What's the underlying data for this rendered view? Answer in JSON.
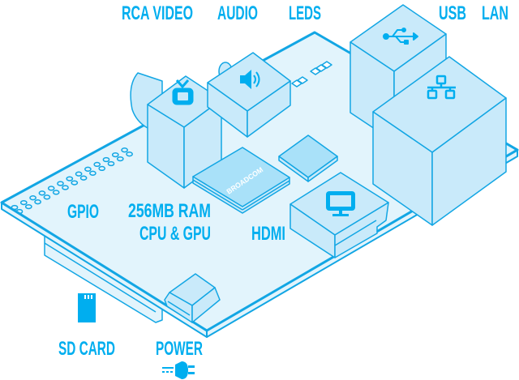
{
  "labels": {
    "rca_video": "RCA VIDEO",
    "audio": "AUDIO",
    "leds": "LEDS",
    "usb": "USB",
    "lan": "LAN",
    "gpio": "GPIO",
    "ram_line1": "256MB RAM",
    "ram_line2": "CPU & GPU",
    "hdmi": "HDMI",
    "sd_card": "SD CARD",
    "power": "POWER"
  },
  "chip_logo": "BROADCOM",
  "icons": {
    "rca_video": "tv-icon",
    "audio": "speaker-icon",
    "usb": "usb-icon",
    "lan": "network-icon",
    "hdmi": "monitor-icon",
    "sd_card": "sd-card-icon",
    "power": "power-plug-icon"
  },
  "colors": {
    "stroke": "#12a6e4",
    "text": "#00aeef",
    "board": "#e2f4fc",
    "component": "#c9eafa",
    "chip": "#a9e1f9"
  }
}
